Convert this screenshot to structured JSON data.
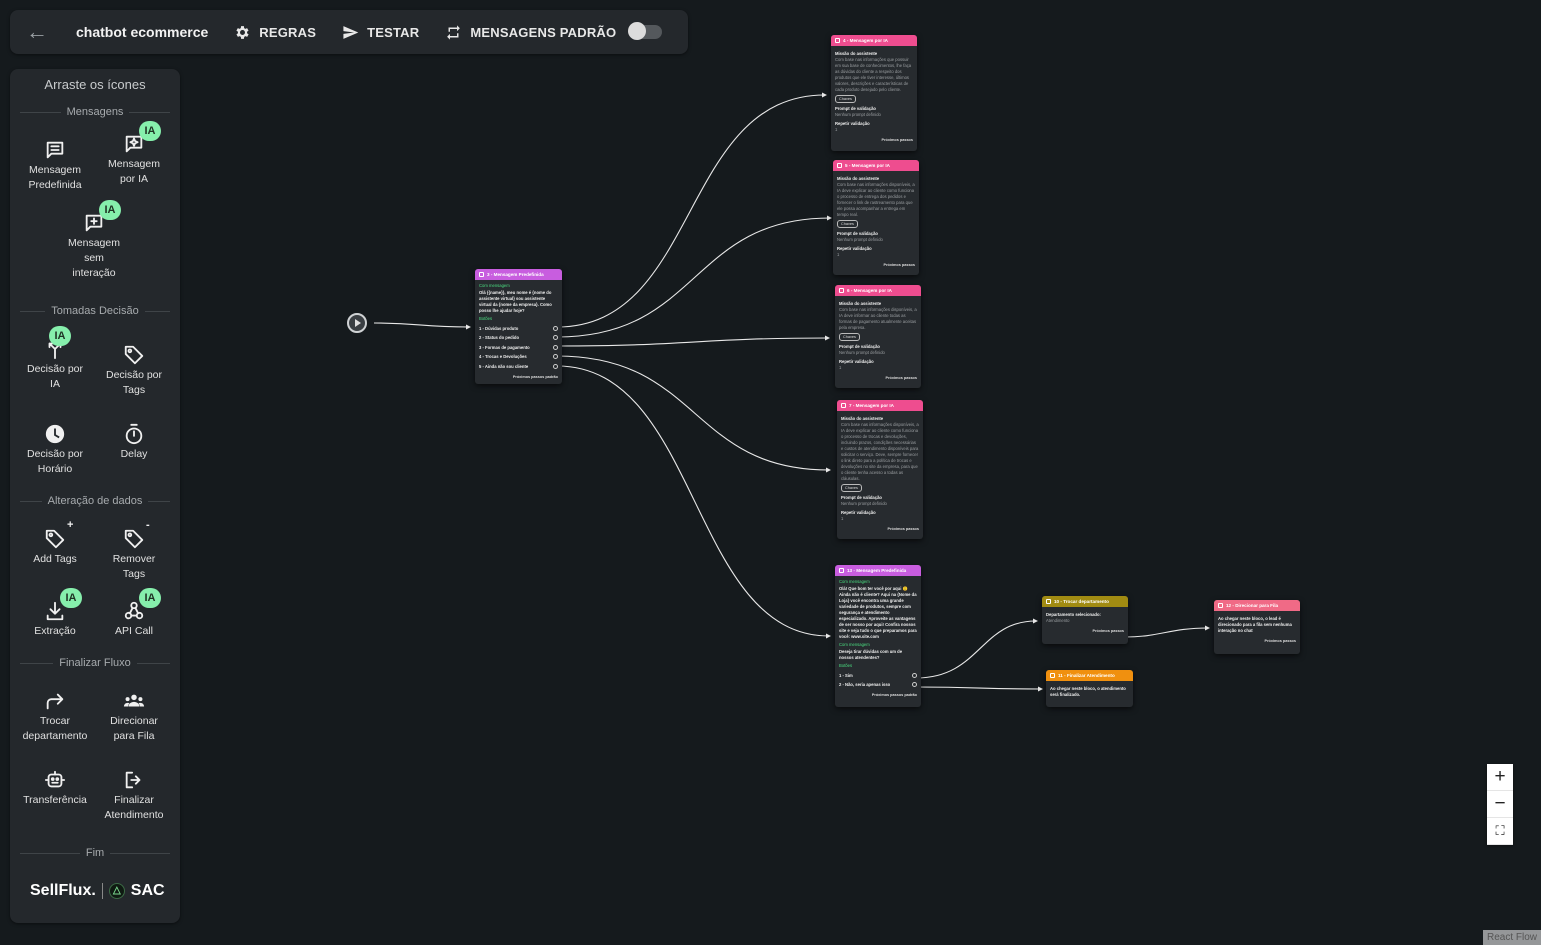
{
  "topbar": {
    "flow_name": "chatbot ecommerce",
    "rules_label": "REGRAS",
    "test_label": "TESTAR",
    "default_messages_label": "MENSAGENS PADRÃO",
    "toggle_state": "off"
  },
  "sidebar": {
    "title": "Arraste os ícones",
    "sections": {
      "messages": "Mensagens",
      "decisions": "Tomadas Decisão",
      "data": "Alteração de dados",
      "finish_flow": "Finalizar Fluxo",
      "end": "Fim"
    },
    "badge": "IA",
    "tools": {
      "predefined": [
        "Mensagem",
        "Predefinida"
      ],
      "ai_message": [
        "Mensagem",
        "por IA"
      ],
      "no_interaction": [
        "Mensagem",
        "sem",
        "interação"
      ],
      "ai_decision": [
        "Decisão por",
        "IA"
      ],
      "tag_decision": [
        "Decisão por",
        "Tags"
      ],
      "time_decision": [
        "Decisão por",
        "Horário"
      ],
      "delay": [
        "Delay"
      ],
      "add_tags": [
        "Add Tags"
      ],
      "remove_tags": [
        "Remover",
        "Tags"
      ],
      "extraction": [
        "Extração"
      ],
      "api_call": [
        "API Call"
      ],
      "change_department": [
        "Trocar",
        "departamento"
      ],
      "queue": [
        "Direcionar",
        "para Fila"
      ],
      "transfer": [
        "Transferência"
      ],
      "finish_service": [
        "Finalizar",
        "Atendimento"
      ]
    },
    "brand": {
      "left": "SellFlux.",
      "right": "SAC"
    }
  },
  "nodes": {
    "n3": {
      "title": "3 - Mensagem Predefinida",
      "sub": "Com mensagem",
      "text": "Olá {{name}}, meu nome é {nome do assistente virtual} sou assistente virtual da {nome da empresa}. Como posso lhe ajudar hoje?",
      "opts_label": "Botões",
      "options": [
        "1 - Dúvidas produto",
        "2 - Status do pedido",
        "3 - Formas de pagamento",
        "4 - Trocas e Devoluções",
        "5 - Ainda não sou cliente"
      ],
      "footer": "Próximos passos padrão"
    },
    "n4": {
      "title": "4 - Mensagem por IA",
      "mission_label": "Missão do assistente",
      "mission": "Com base nas informações que possuir em sua base de conhecimentos, lhe faça as dúvidas do cliente a respeito dos produtos que ele tiver interesse, últimos valores, descrições e características de cada produto desejado pelo cliente.",
      "chip": "Chaves",
      "prompt_label": "Prompt de validação",
      "prompt": "Nenhum prompt definido",
      "repeat_label": "Repetir validação",
      "repeat": "1",
      "footer": "Próximos passos"
    },
    "n5": {
      "title": "5 - Mensagem por IA",
      "mission_label": "Missão do assistente",
      "mission": "Com base nas informações disponíveis, a IA deve explicar ao cliente como funciona o processo de entrega dos pedidos e fornecer o link de rastreamento para que ele possa acompanhar a entrega em tempo real.",
      "chip": "Chaves",
      "prompt_label": "Prompt de validação",
      "prompt": "Nenhum prompt definido",
      "repeat_label": "Repetir validação",
      "repeat": "1",
      "footer": "Próximos passos"
    },
    "n6": {
      "title": "6 - Mensagem por IA",
      "mission_label": "Missão do assistente",
      "mission": "Com base nas informações disponíveis, a IA deve informar ao cliente todas as formas de pagamento atualmente aceitas pela empresa.",
      "chip": "Chaves",
      "prompt_label": "Prompt de validação",
      "prompt": "Nenhum prompt definido",
      "repeat_label": "Repetir validação",
      "repeat": "1",
      "footer": "Próximos passos"
    },
    "n7": {
      "title": "7 - Mensagem por IA",
      "mission_label": "Missão do assistente",
      "mission": "Com base nas informações disponíveis, a IA deve explicar ao cliente como funciona o processo de trocas e devoluções, incluindo prazos, condições necessárias e custos de atendimento disponíveis para solicitar o serviço. Deve, sempre fornecer o link direto para a política de trocas e devoluções no site da empresa, para que o cliente tenha acesso a todas as cláusulas.",
      "chip": "Chaves",
      "prompt_label": "Prompt de validação",
      "prompt": "Nenhum prompt definido",
      "repeat_label": "Repetir validação",
      "repeat": "1",
      "footer": "Próximos passos"
    },
    "n13": {
      "title": "13 - Mensagem Predefinida",
      "sub": "Com mensagem",
      "text": "Olá! Que bom ter você por aqui 🙂 Ainda não é cliente? Aqui na {Nome da Loja} você encontra uma grande variedade de produtos, sempre com segurança e atendimento especializado. Aproveite as vantagens de ser nosso por aqui! Confira nossos site e veja tudo o que preparamos para você: www.site.com",
      "sub2": "Com mensagem",
      "text2": "Deseja tirar dúvidas com um de nossos atendentes?",
      "opts_label": "Botões",
      "options": [
        "1 - Sim",
        "2 - Não, seria apenas isso"
      ],
      "footer": "Próximos passos padrão"
    },
    "n10": {
      "title": "10 - Trocar departamento",
      "label": "Departamento selecionado:",
      "value": "Atendimento",
      "footer": "Próximos passos"
    },
    "n11": {
      "title": "11 - Finalizar Atendimento",
      "text": "Ao chegar neste bloco, o atendimento será finalizado."
    },
    "n12": {
      "title": "12 - Direcionar para Fila",
      "text": "Ao chegar neste bloco, o lead é direcionado para a fila sem nenhuma interação no chat",
      "footer": "Próximos passos"
    }
  },
  "controls": {
    "zoom_in": "+",
    "zoom_out": "−",
    "fit": "⛶"
  },
  "attribution": "React Flow"
}
